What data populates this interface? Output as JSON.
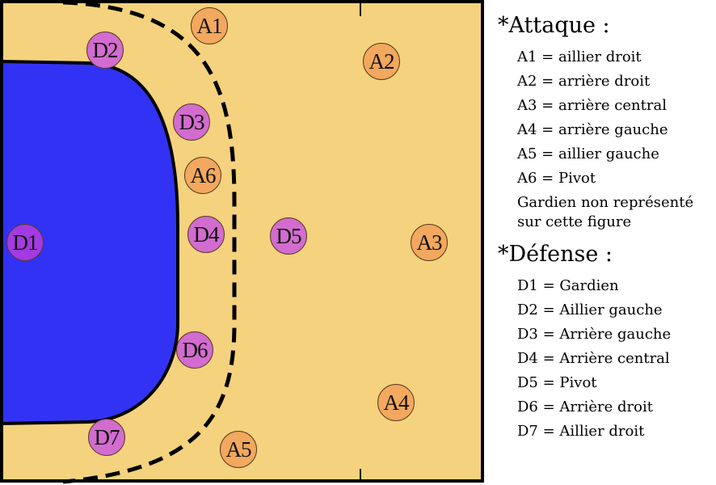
{
  "colors": {
    "court": "#f5d27e",
    "goal_area": "#3232f5",
    "attack": "#f2a85e",
    "defense": "#d26ccf",
    "goalkeeper": "#a33ae2",
    "line": "#000000"
  },
  "players": {
    "attack": [
      "A1",
      "A2",
      "A3",
      "A4",
      "A5",
      "A6"
    ],
    "defense": [
      "D1",
      "D2",
      "D3",
      "D4",
      "D5",
      "D6",
      "D7"
    ]
  },
  "legend": {
    "attack_title": "*Attaque :",
    "attack_items": [
      "A1 = aillier droit",
      "A2 = arrière droit",
      "A3 = arrière central",
      "A4 = arrière gauche",
      "A5 = aillier gauche",
      "A6 = Pivot",
      "Gardien non représenté sur cette figure"
    ],
    "defense_title": "*Défense :",
    "defense_items": [
      "D1 = Gardien",
      "D2 = Aillier gauche",
      "D3 = Arrière gauche",
      "D4 = Arrière central",
      "D5 = Pivot",
      "D6 = Arrière droit",
      "D7 = Aillier droit"
    ]
  }
}
